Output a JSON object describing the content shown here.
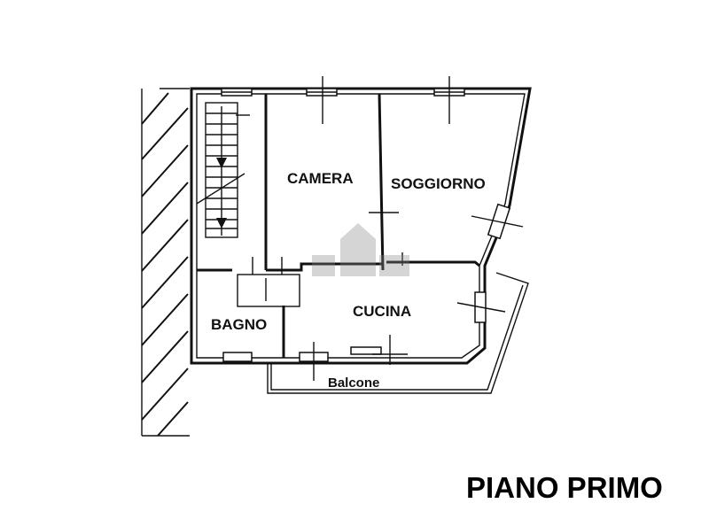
{
  "plan": {
    "title": "PIANO PRIMO",
    "rooms": {
      "camera": "CAMERA",
      "soggiorno": "SOGGIORNO",
      "cucina": "CUCINA",
      "bagno": "BAGNO",
      "balcone": "Balcone"
    }
  }
}
